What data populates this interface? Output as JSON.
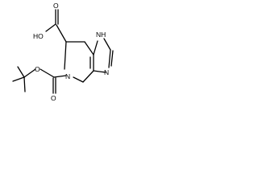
{
  "structure": {
    "atoms": {
      "oh": "HO",
      "o_acid": "O",
      "o_boc_carbonyl": "O",
      "o_boc_ester": "O",
      "n_ring": "N",
      "nh": "NH",
      "n_imidazole": "N"
    },
    "colors": {
      "bond": "#000000",
      "text": "#000000",
      "background": "#ffffff"
    }
  }
}
